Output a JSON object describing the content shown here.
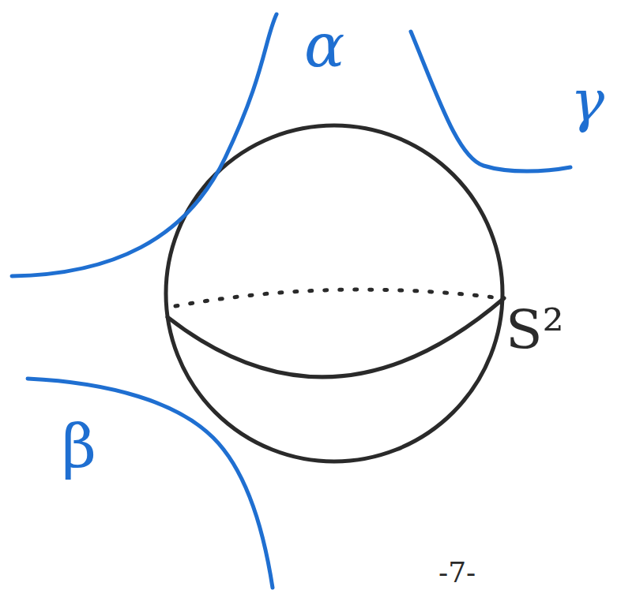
{
  "diagram": {
    "labels": [
      "α",
      "γ",
      "S²",
      "β",
      "-7-"
    ]
  }
}
